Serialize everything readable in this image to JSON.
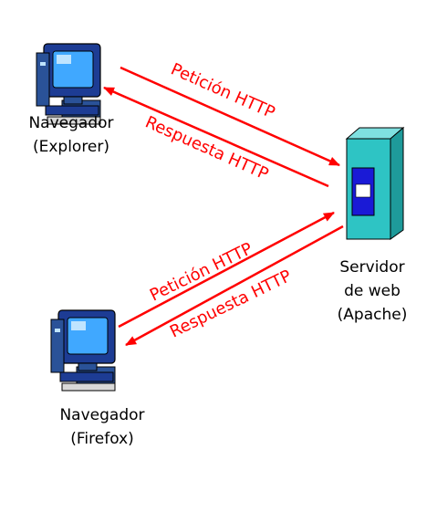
{
  "clients": [
    {
      "name": "Navegador",
      "browser": "(Explorer)"
    },
    {
      "name": "Navegador",
      "browser": "(Firefox)"
    }
  ],
  "server": {
    "line1": "Servidor",
    "line2": "de web",
    "line3": "(Apache)"
  },
  "messages": {
    "top_request": "Petición HTTP",
    "top_response": "Respuesta HTTP",
    "bottom_request": "Petición HTTP",
    "bottom_response": "Respuesta HTTP"
  },
  "colors": {
    "arrow": "#ff0000",
    "server_body": "#2ec4c4",
    "server_panel": "#1a1ad6",
    "monitor": "#1d3c94",
    "screen": "#40a8ff"
  },
  "icons": {
    "client": "desktop-computer-icon",
    "server": "server-tower-icon"
  }
}
